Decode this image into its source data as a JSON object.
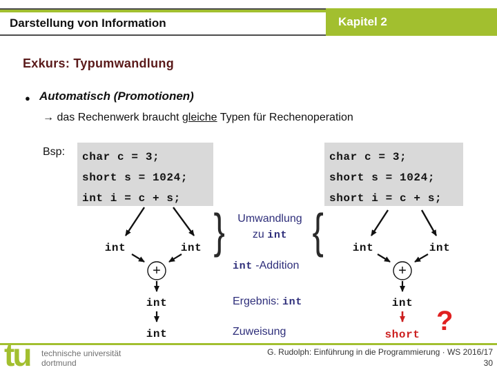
{
  "header": {
    "title": "Darstellung von Information",
    "chapter": "Kapitel 2"
  },
  "slide": {
    "heading": "Exkurs: Typumwandlung",
    "bullet_glyph": "●",
    "bullet_text": "Automatisch (Promotionen)",
    "arrow_line_prefix": "→ das Rechenwerk braucht ",
    "arrow_line_underlined": "gleiche",
    "arrow_line_suffix": " Typen für Rechenoperation",
    "bsp_label": "Bsp:"
  },
  "code_left": {
    "lines": [
      "char c = 3;",
      "short s = 1024;",
      "int i = c + s;"
    ]
  },
  "code_right": {
    "lines": [
      "char c = 3;",
      "short s = 1024;",
      "short i = c + s;"
    ]
  },
  "diagram_left": {
    "operand1": "int",
    "operand2": "int",
    "operator": "+",
    "result": "int",
    "assigned": "int"
  },
  "diagram_right": {
    "operand1": "int",
    "operand2": "int",
    "operator": "+",
    "result": "int",
    "assigned": "short",
    "question_mark": "?"
  },
  "annotations": {
    "umwandlung_line1": "Umwandlung",
    "umwandlung_zu": "zu ",
    "umwandlung_code": "int",
    "addition_code": "int",
    "addition_suffix": " -Addition",
    "ergebnis_prefix": "Ergebnis: ",
    "ergebnis_code": "int",
    "zuweisung": "Zuweisung",
    "brace_close": "}",
    "brace_open": "{"
  },
  "footer": {
    "logo_text": "tu",
    "uni_line1": "technische universität",
    "uni_line2": "dortmund",
    "credit": "G. Rudolph: Einführung in die Programmierung · WS 2016/17",
    "page": "30"
  },
  "colors": {
    "accent_green": "#a2bf2f",
    "heading_maroon": "#5a1a1a",
    "annotation_navy": "#2e2e7a",
    "alert_red": "#cc2020",
    "code_background": "#d9d9d9",
    "footer_gray": "#707070"
  }
}
